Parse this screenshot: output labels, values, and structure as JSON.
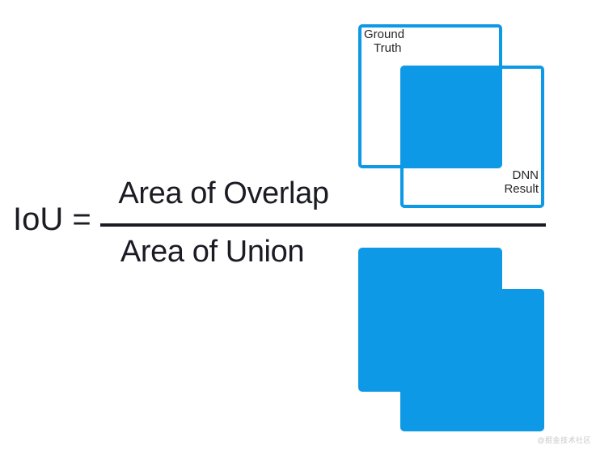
{
  "formula": {
    "lhs": "IoU =",
    "numerator": "Area of Overlap",
    "denominator": "Area of Union",
    "bar": "fraction-bar"
  },
  "diagrams": {
    "overlap": {
      "ground_truth": {
        "label_line1": "Ground",
        "label_line2": "Truth"
      },
      "dnn_result": {
        "label_line1": "DNN",
        "label_line2": "Result"
      }
    },
    "union": {
      "caption": ""
    }
  },
  "colors": {
    "accent_blue": "#0d99e5",
    "text_dark": "#1b1b24",
    "label_gray": "#262626",
    "background": "#ffffff",
    "watermark_gray": "#c7c7c7"
  },
  "watermark": {
    "text": "@掘金技术社区"
  }
}
